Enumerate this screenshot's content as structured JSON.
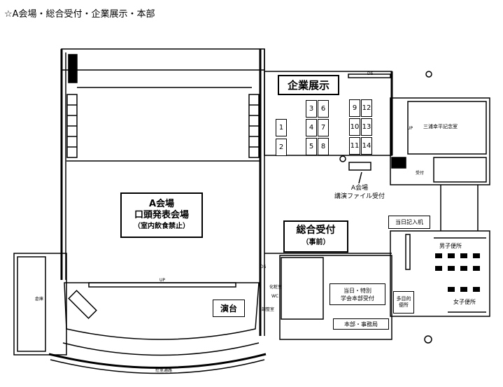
{
  "title": "☆A会場・総合受付・企業展示・本部",
  "rooms": {
    "exhibit": "企業展示",
    "hall_a": {
      "line1": "A会場",
      "line2": "口頭発表会場",
      "line3": "（室内飲食禁止）"
    },
    "general_reception": {
      "line1": "総合受付",
      "line2": "（事前）"
    },
    "file_reception": {
      "line1": "A会場",
      "line2": "講演ファイル受付"
    },
    "memorial_room": "三浦幸平記念室",
    "reception_small": "受付",
    "sameday_desk": "当日記入机",
    "hq_reception": {
      "line1": "当日・特別",
      "line2": "学会本部受付"
    },
    "hq_office": "本部・事務局",
    "multipurpose_toilet": {
      "line1": "多目的",
      "line2": "便所"
    },
    "mens_toilet": "男子便所",
    "womens_toilet": "女子便所",
    "podium": "演台",
    "storage": "倉庫",
    "corridor": "控室通路",
    "powder_room": "化粧室",
    "control_room": "調整室",
    "wc": "WC",
    "ds1": "DS",
    "ds2": "DS",
    "up": "UP"
  },
  "booths": [
    "1",
    "2",
    "3",
    "4",
    "5",
    "6",
    "7",
    "8",
    "9",
    "10",
    "11",
    "12",
    "13",
    "14"
  ]
}
